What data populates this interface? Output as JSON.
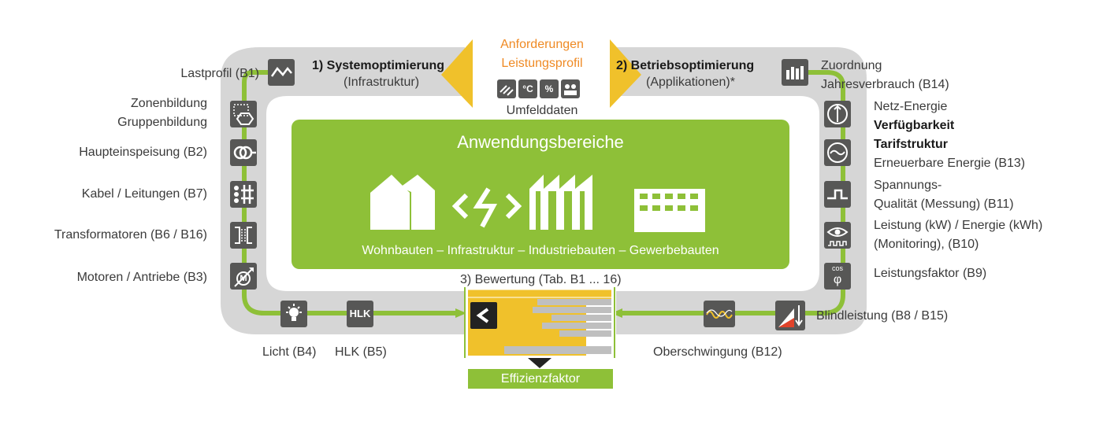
{
  "colors": {
    "green": "#8ec038",
    "grey_band": "#d6d6d6",
    "icon_bg": "#575756",
    "yellow": "#f0c12b",
    "orange_text": "#ef8a24",
    "text": "#3a3a3a"
  },
  "top": {
    "system_title": "1) Systemoptimierung",
    "system_sub": "(Infrastruktur)",
    "betrieb_title": "2) Betriebsoptimierung",
    "betrieb_sub": "(Applikationen)*",
    "anforderungen_l1": "Anforderungen",
    "anforderungen_l2": "Leistungsprofil",
    "umfeld_label": "Umfelddaten",
    "umfeld_icon_temp": "°C",
    "umfeld_icon_hum": "%"
  },
  "left_items": [
    {
      "label": "Lastprofil (B1)",
      "icon": "load-profile-icon"
    },
    {
      "label": "Zonenbildung",
      "label2": "Gruppenbildung",
      "icon": "zone-group-icon"
    },
    {
      "label": "Haupteinspeisung (B2)",
      "icon": "main-feed-icon"
    },
    {
      "label": "Kabel / Leitungen (B7)",
      "icon": "cable-icon"
    },
    {
      "label": "Transformatoren (B6 / B16)",
      "icon": "transformer-icon"
    },
    {
      "label": "Motoren / Antriebe (B3)",
      "icon": "motor-icon",
      "icon_text": "M"
    }
  ],
  "right_items": [
    {
      "label": "Zuordnung",
      "label2": "Jahresverbrauch (B14)",
      "icon": "bar-chart-icon"
    },
    {
      "label": "Netz-Energie",
      "icon": "grid-energy-icon"
    },
    {
      "label_bold1": "Verfügbarkeit",
      "label_bold2": "Tarifstruktur",
      "label": "Erneuerbare Energie (B13)",
      "icon": "renewable-icon"
    },
    {
      "label": "Spannungs-",
      "label2": "Qualität (Messung) (B11)",
      "icon": "voltage-quality-icon"
    },
    {
      "label": "Leistung (kW) / Energie (kWh)",
      "label2": "(Monitoring), (B10)",
      "icon": "monitoring-icon"
    },
    {
      "label": "Leistungsfaktor (B9)",
      "icon": "power-factor-icon",
      "icon_text1": "cos",
      "icon_text2": "φ"
    }
  ],
  "bottom": {
    "licht": "Licht (B4)",
    "hlk": "HLK (B5)",
    "hlk_icon_text": "HLK",
    "oberschwingung": "Oberschwingung (B12)",
    "blindleistung": "Blindleistung (B8 / B15)",
    "bewertung": "3) Bewertung (Tab. B1 ... 16)",
    "effizienz": "Effizienzfaktor"
  },
  "center": {
    "title": "Anwendungsbereiche",
    "subtitle": "Wohnbauten – Infrastruktur – Industriebauten – Gewerbebauten"
  }
}
